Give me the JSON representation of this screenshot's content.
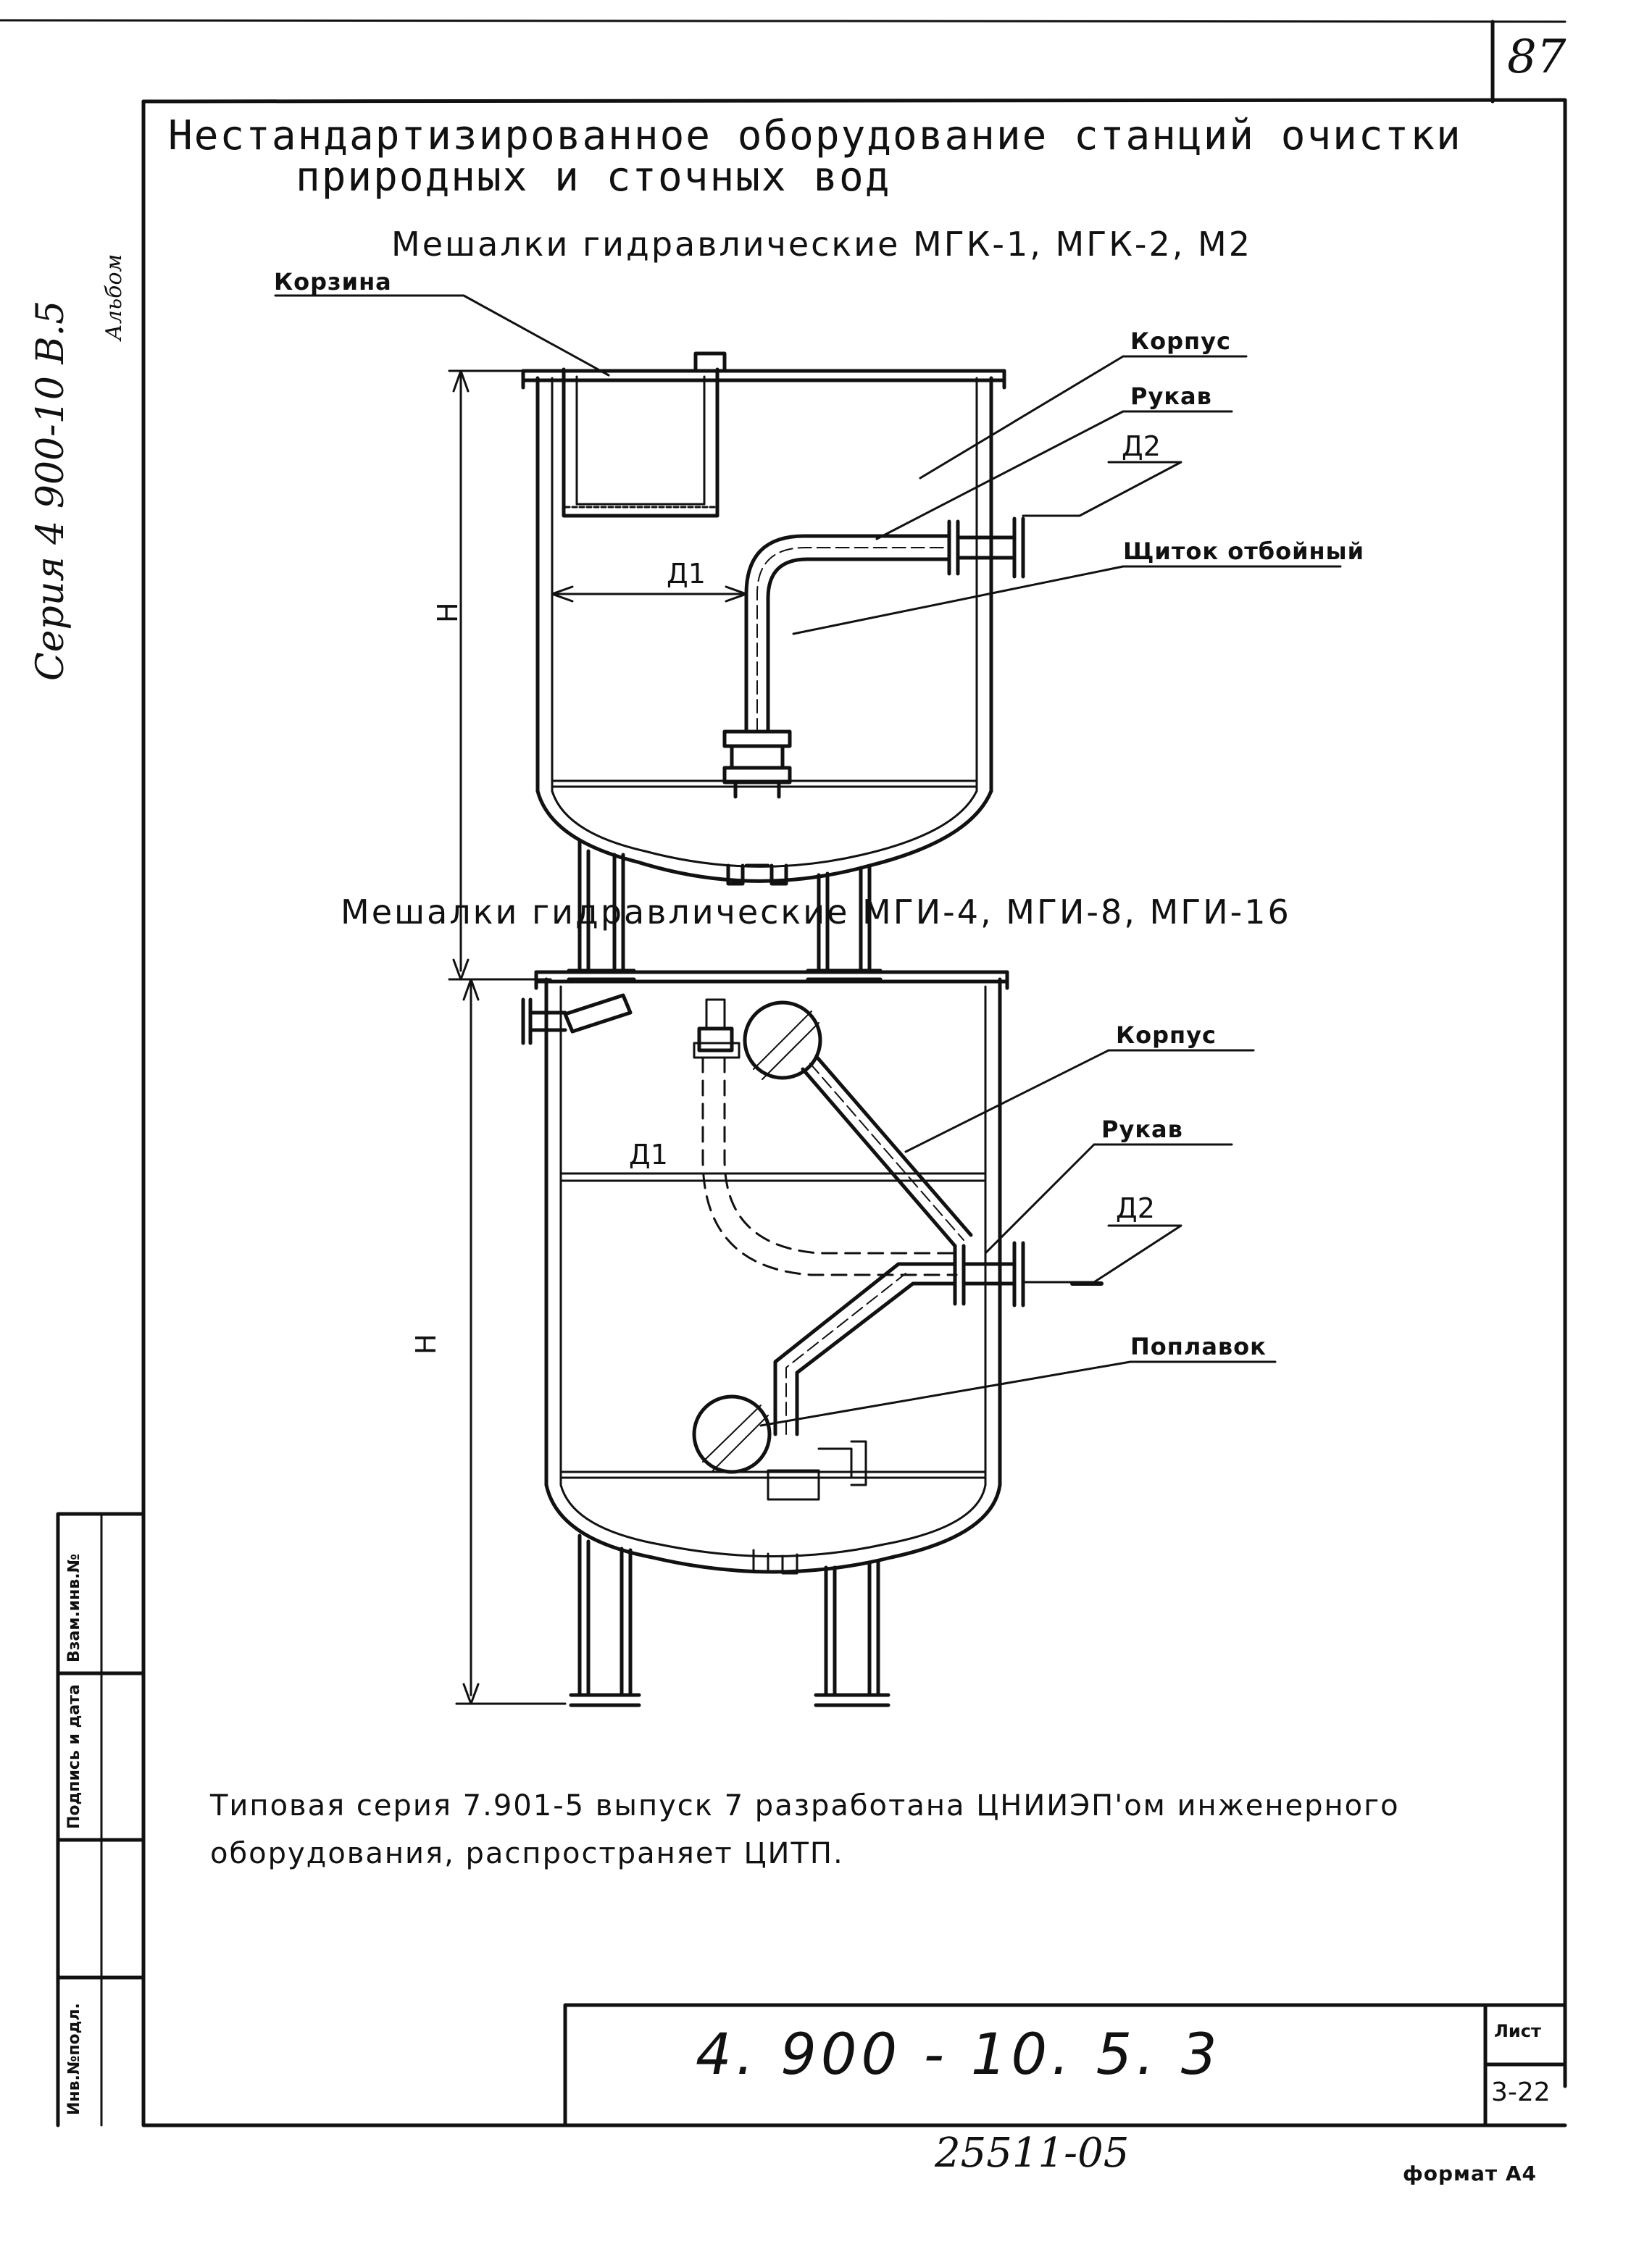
{
  "sheet": {
    "page_number": "87",
    "title_line1": "Нестандартизированное оборудование станций очистки",
    "title_line2": "природных и сточных вод",
    "side_series": "Серия 4 900-10 В.5",
    "side_album": "Альбом",
    "stamp": {
      "zam": "Взам.инв.№",
      "sign": "Подпись и дата",
      "inv": "Инв.№подл."
    },
    "doc_number": "4. 900 - 10. 5. 3",
    "sheet_label": "Лист",
    "sheet_value": "3-22",
    "handwritten": "25511-05",
    "format": "формат А4",
    "note_line1": "Типовая серия 7.901-5 выпуск 7 разработана ЦНИИЭП'ом инженерного",
    "note_line2": "оборудования, распространяет ЦИТП."
  },
  "drawing1": {
    "caption": "Мешалки гидравлические МГК-1, МГК-2, М2",
    "labels": {
      "basket": "Корзина",
      "body": "Корпус",
      "sleeve": "Рукав",
      "d2": "Д2",
      "shield": "Щиток отбойный",
      "d1": "Д1",
      "h": "Н"
    }
  },
  "drawing2": {
    "caption": "Мешалки гидравлические МГИ-4, МГИ-8, МГИ-16",
    "labels": {
      "body": "Корпус",
      "sleeve": "Рукав",
      "d2": "Д2",
      "float": "Поплавок",
      "d1": "Д1",
      "h": "Н"
    }
  }
}
